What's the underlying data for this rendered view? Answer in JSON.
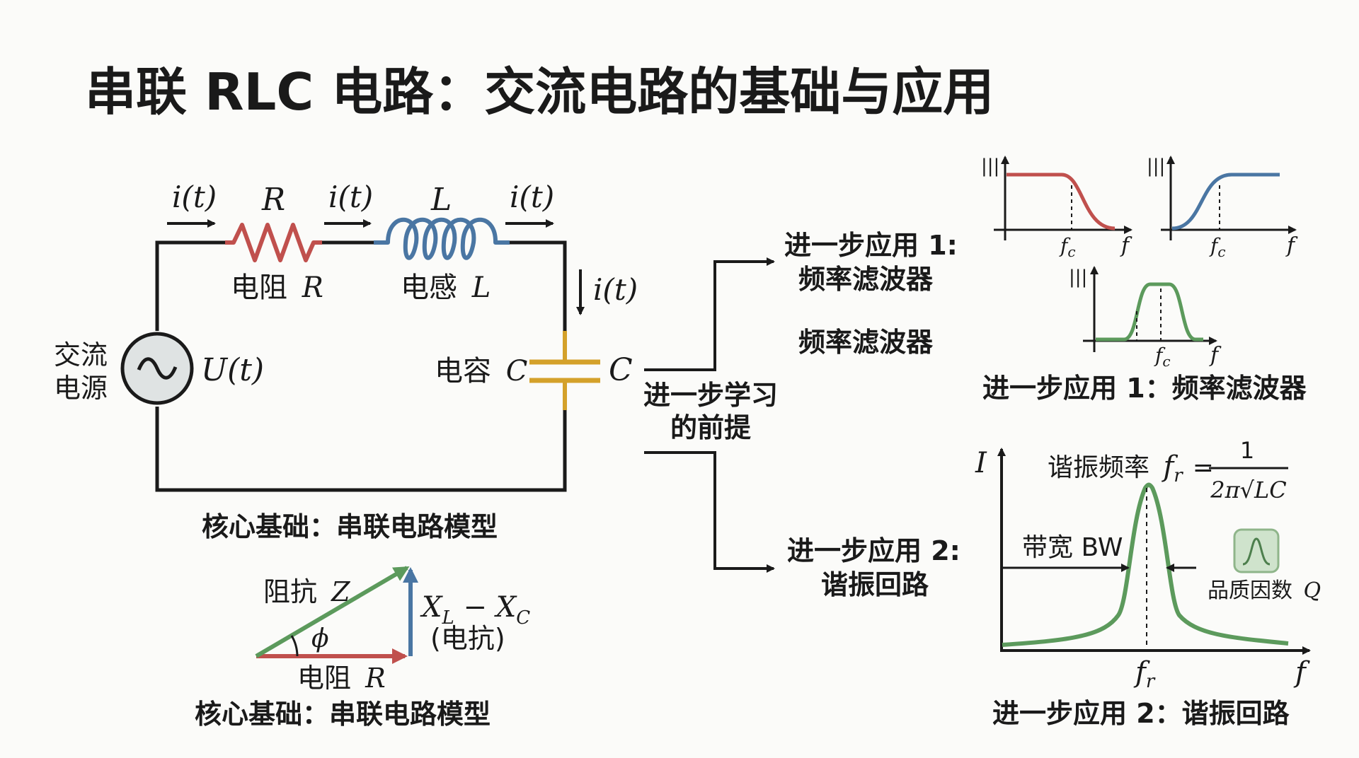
{
  "title": "串联 RLC 电路：交流电路的基础与应用",
  "colors": {
    "resistor": "#c0504d",
    "inductor": "#4a76a3",
    "capacitor": "#d4a12a",
    "green": "#5c9a5c",
    "wire": "#1a1a1a"
  },
  "circuit": {
    "current_label": "i(t)",
    "resistor_symbol": "R",
    "inductor_symbol": "L",
    "resistor_caption": "电阻",
    "inductor_caption": "电感",
    "capacitor_caption": "电容",
    "capacitor_symbol": "C",
    "capacitor_side_symbol": "C",
    "source_line1": "交流",
    "source_line2": "电源",
    "source_voltage": "U(t)",
    "source_glyph": "~",
    "caption": "核心基础：串联电路模型"
  },
  "phasor": {
    "impedance_label": "阻抗",
    "impedance_symbol": "Z",
    "phi_symbol": "ϕ",
    "reactance_symbol": "X",
    "reactance_sub_l": "L",
    "reactance_minus": " − ",
    "reactance_sub_c": "C",
    "reactance_caption": "(电抗)",
    "resistance_label": "电阻",
    "resistance_symbol": "R",
    "caption": "核心基础：串联电路模型"
  },
  "flow": {
    "prereq_line1": "进一步学习",
    "prereq_line2": "的前提",
    "app1_line1": "进一步应用 1:",
    "app1_line2": "频率滤波器",
    "app1_extra": "频率滤波器",
    "app2_line1": "进一步应用 2:",
    "app2_line2": "谐振回路"
  },
  "filters": {
    "y_label": "|||",
    "fc_symbol": "f",
    "fc_sub": "c",
    "f_symbol": "f",
    "caption": "进一步应用 1：频率滤波器"
  },
  "resonance": {
    "y_label": "I",
    "freq_label": "谐振频率",
    "fr_symbol": "f",
    "fr_sub": "r",
    "equals": "=",
    "numerator": "1",
    "denominator": "2π√LC",
    "bandwidth_label": "带宽 BW",
    "quality_label": "品质因数",
    "quality_symbol": "Q",
    "f_symbol": "f",
    "caption": "进一步应用 2：谐振回路"
  }
}
